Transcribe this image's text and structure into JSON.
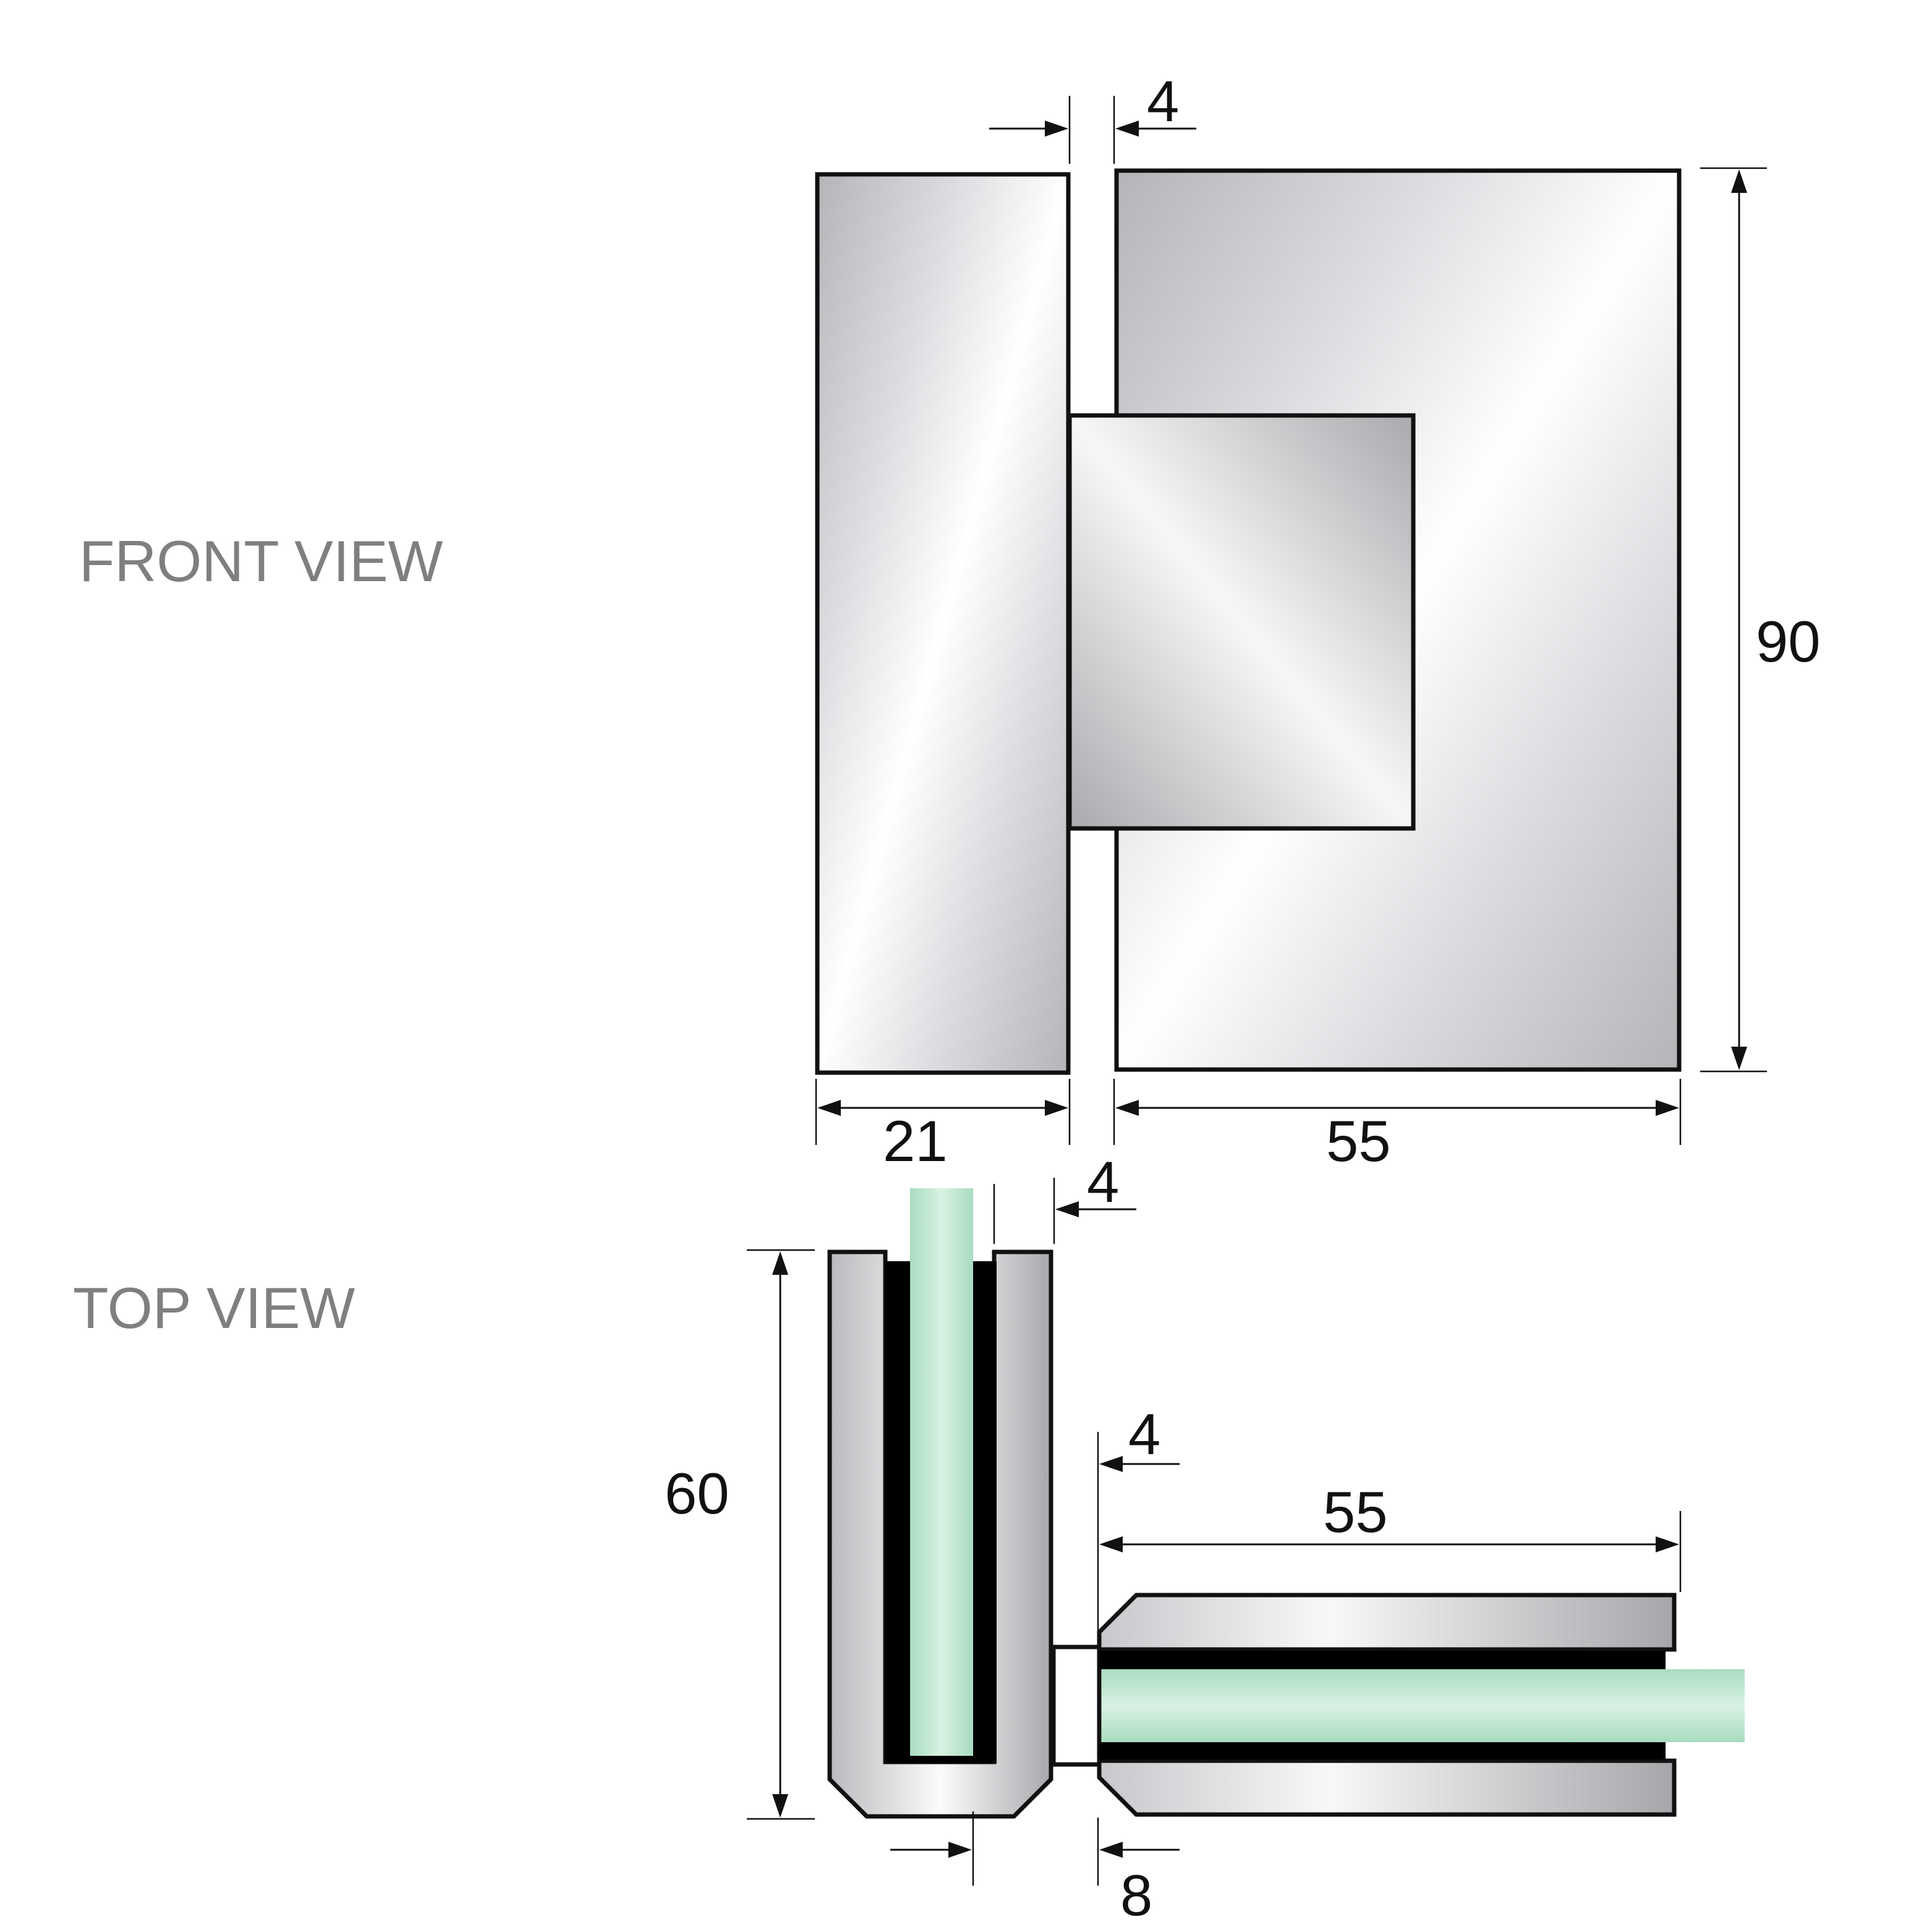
{
  "labels": {
    "front_view": "FRONT VIEW",
    "top_view": "TOP VIEW"
  },
  "front_dimensions": {
    "gap": "4",
    "height": "90",
    "left_width": "21",
    "right_width": "55"
  },
  "top_dimensions": {
    "gap_upper": "4",
    "depth": "60",
    "gap_side": "4",
    "plate_width": "55",
    "glass_thickness": "8"
  },
  "colors": {
    "outline": "#111111",
    "metal_light": "#f2f3f5",
    "metal_dark": "#b0b1b4",
    "glass": "#addfc5",
    "gasket": "#000000",
    "label_grey": "#7f7f80"
  }
}
